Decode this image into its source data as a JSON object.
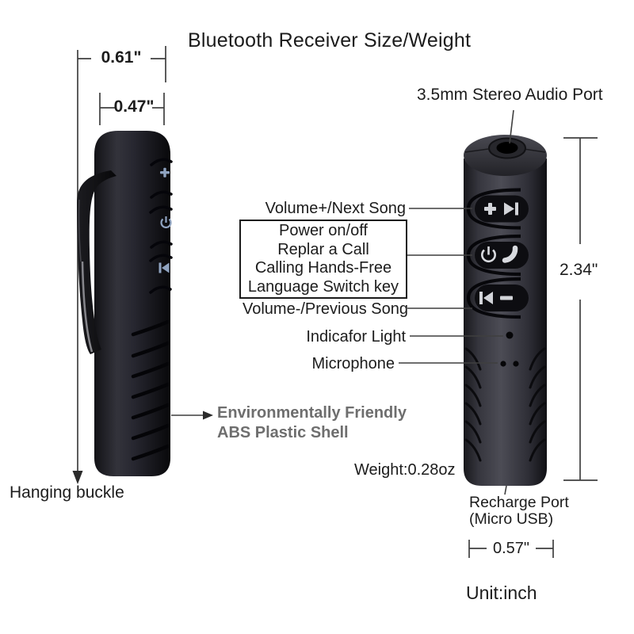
{
  "title": "Bluetooth Receiver Size/Weight",
  "unit_note": "Unit:inch",
  "colors": {
    "background": "#ffffff",
    "text": "#1c1c1c",
    "annotation_line": "#3f3f3f",
    "shell_label_gray": "#6e6e6e",
    "device_body_dark": "#0b0b0e",
    "device_body_mid": "#4c4c55",
    "side_icon_blue": "#8fa3c0",
    "front_icon_light": "#d2d4d9"
  },
  "left_device": {
    "view": "side view with clip",
    "dims": {
      "outer_width": "0.61\"",
      "body_width": "0.47\""
    },
    "labels": {
      "hanging_buckle": "Hanging buckle",
      "shell_line1": "Environmentally Friendly",
      "shell_line2": "ABS Plastic Shell"
    },
    "button_icons": [
      "plus-icon",
      "power-icon",
      "previous-track-icon"
    ]
  },
  "right_device": {
    "view": "front view",
    "dims": {
      "height": "2.34\"",
      "bottom_width": "0.57\""
    },
    "labels": {
      "audio_port": "3.5mm Stereo Audio Port",
      "volume_up": "Volume+/Next Song",
      "multi_function_key": [
        "Power on/off",
        "Replar a Call",
        "Calling Hands-Free",
        "Language Switch key"
      ],
      "volume_down": "Volume-/Previous Song",
      "indicator": "Indicafor Light",
      "microphone": "Microphone",
      "weight": "Weight:0.28oz",
      "recharge_port_line1": "Recharge Port",
      "recharge_port_line2": "(Micro USB)"
    },
    "button_icons": [
      "plus-icon",
      "next-track-icon",
      "power-icon",
      "call-icon",
      "previous-track-icon",
      "minus-icon"
    ]
  }
}
